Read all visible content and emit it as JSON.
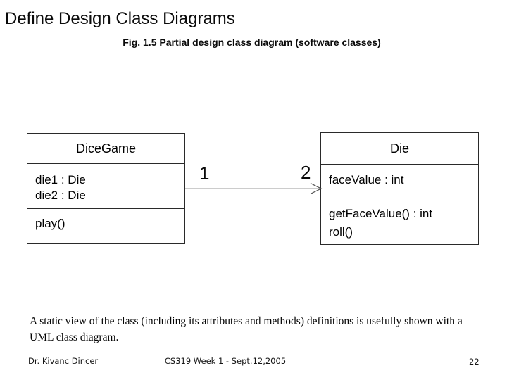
{
  "slide": {
    "title": "Define Design Class Diagrams",
    "caption": "Fig. 1.5 Partial design class diagram (software classes)",
    "body_text": "A static view of the class (including its attributes and methods) definitions is usefully shown with a UML class diagram.",
    "footer": {
      "author": "Dr. Kivanc Dincer",
      "course_info": "CS319 Week 1 - Sept.12,2005",
      "page_number": "22"
    }
  },
  "diagram": {
    "type": "uml-class-diagram",
    "classes": [
      {
        "name": "DiceGame",
        "attributes": [
          "die1 : Die",
          "die2 : Die"
        ],
        "methods": [
          "play()"
        ]
      },
      {
        "name": "Die",
        "attributes": [
          "faceValue : int"
        ],
        "methods": [
          "getFaceValue() : int",
          "roll()"
        ]
      }
    ],
    "association": {
      "from": "DiceGame",
      "to": "Die",
      "from_multiplicity": "1",
      "to_multiplicity": "2",
      "arrow_style": "open",
      "line_color": "#9a9a9a",
      "arrow_color": "#4d4d4d"
    }
  }
}
